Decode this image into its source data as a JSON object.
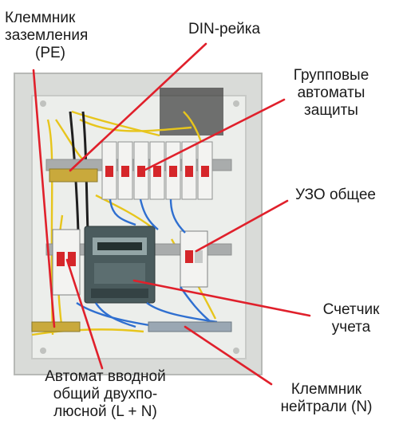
{
  "labels": {
    "pe_terminal": [
      "Клеммник",
      "заземления",
      "(PE)"
    ],
    "din_rail": "DIN-рейка",
    "group_breakers": [
      "Групповые",
      "автоматы",
      "защиты"
    ],
    "rcd": "УЗО общее",
    "meter": [
      "Счетчик",
      "учета"
    ],
    "main_breaker": [
      "Автомат вводной",
      "общий двухпо-",
      "люсной (L + N)"
    ],
    "neutral_terminal": [
      "Клеммник",
      "нейтрали (N)"
    ]
  },
  "colors": {
    "pointer": "#e0202b",
    "cabinet": "#e4e6e3",
    "din_rail": "#a9acac",
    "breaker": "#f3f3f1",
    "breaker_accent": "#d5262a",
    "meter_body": "#4a5b5d",
    "wire_yellow": "#e7c51c",
    "wire_blue": "#2f6fd0"
  }
}
